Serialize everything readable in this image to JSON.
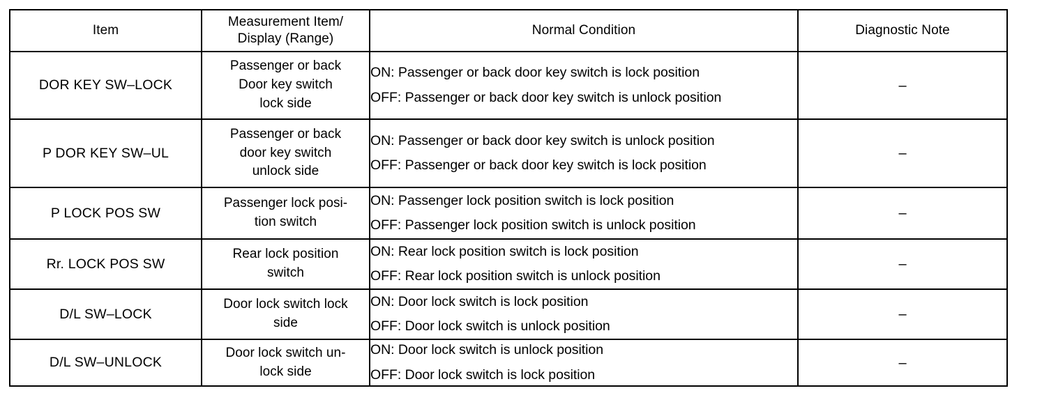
{
  "table": {
    "headers": [
      {
        "line1": "Item",
        "line2": ""
      },
      {
        "line1": "Measurement Item/",
        "line2": "Display (Range)"
      },
      {
        "line1": "Normal Condition",
        "line2": ""
      },
      {
        "line1": "Diagnostic Note",
        "line2": ""
      }
    ],
    "rows": [
      {
        "item": "DOR KEY SW–LOCK",
        "measurement_lines": [
          "Passenger or back",
          "Door key switch",
          "lock side"
        ],
        "normal_on": "ON: Passenger or back door key switch is lock position",
        "normal_off": "OFF: Passenger or back door key switch is unlock position",
        "diagnostic_note": "–"
      },
      {
        "item": "P DOR KEY SW–UL",
        "measurement_lines": [
          "Passenger or back",
          "door key switch",
          "unlock side"
        ],
        "normal_on": "ON: Passenger or back door key switch is unlock position",
        "normal_off": "OFF: Passenger or back door key switch is lock position",
        "diagnostic_note": "–"
      },
      {
        "item": "P LOCK POS SW",
        "measurement_lines": [
          "Passenger lock posi-",
          "tion switch"
        ],
        "normal_on": "ON: Passenger lock position switch is lock position",
        "normal_off": "OFF: Passenger lock position switch is unlock position",
        "diagnostic_note": "–"
      },
      {
        "item": "Rr. LOCK POS SW",
        "measurement_lines": [
          "Rear lock position",
          "switch"
        ],
        "normal_on": "ON: Rear lock position switch is lock position",
        "normal_off": "OFF: Rear lock position switch is unlock position",
        "diagnostic_note": "–"
      },
      {
        "item": "D/L SW–LOCK",
        "measurement_lines": [
          "Door lock switch lock",
          "side"
        ],
        "normal_on": "ON: Door lock switch is lock position",
        "normal_off": "OFF: Door lock switch is unlock position",
        "diagnostic_note": "–"
      },
      {
        "item": "D/L SW–UNLOCK",
        "measurement_lines": [
          "Door lock switch un-",
          "lock side"
        ],
        "normal_on": "ON: Door lock switch is unlock position",
        "normal_off": "OFF: Door lock switch is lock position",
        "diagnostic_note": "–"
      }
    ]
  },
  "colors": {
    "border": "#000000",
    "text": "#000000",
    "background": "#ffffff"
  }
}
